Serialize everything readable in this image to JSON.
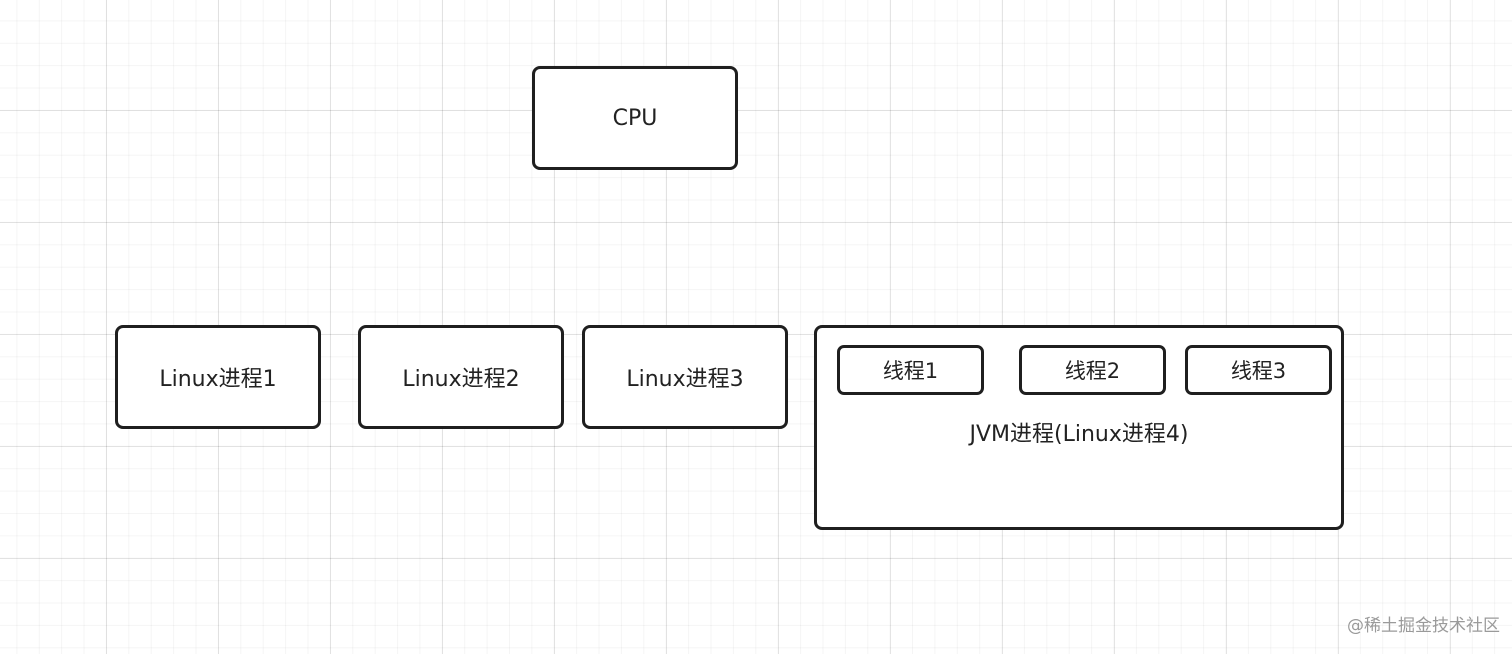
{
  "diagram": {
    "cpu": "CPU",
    "processes": [
      {
        "label": "Linux进程1"
      },
      {
        "label": "Linux进程2"
      },
      {
        "label": "Linux进程3"
      }
    ],
    "jvm": {
      "label": "JVM进程(Linux进程4)",
      "threads": [
        {
          "label": "线程1"
        },
        {
          "label": "线程2"
        },
        {
          "label": "线程3"
        }
      ]
    }
  },
  "watermark": "@稀土掘金技术社区"
}
